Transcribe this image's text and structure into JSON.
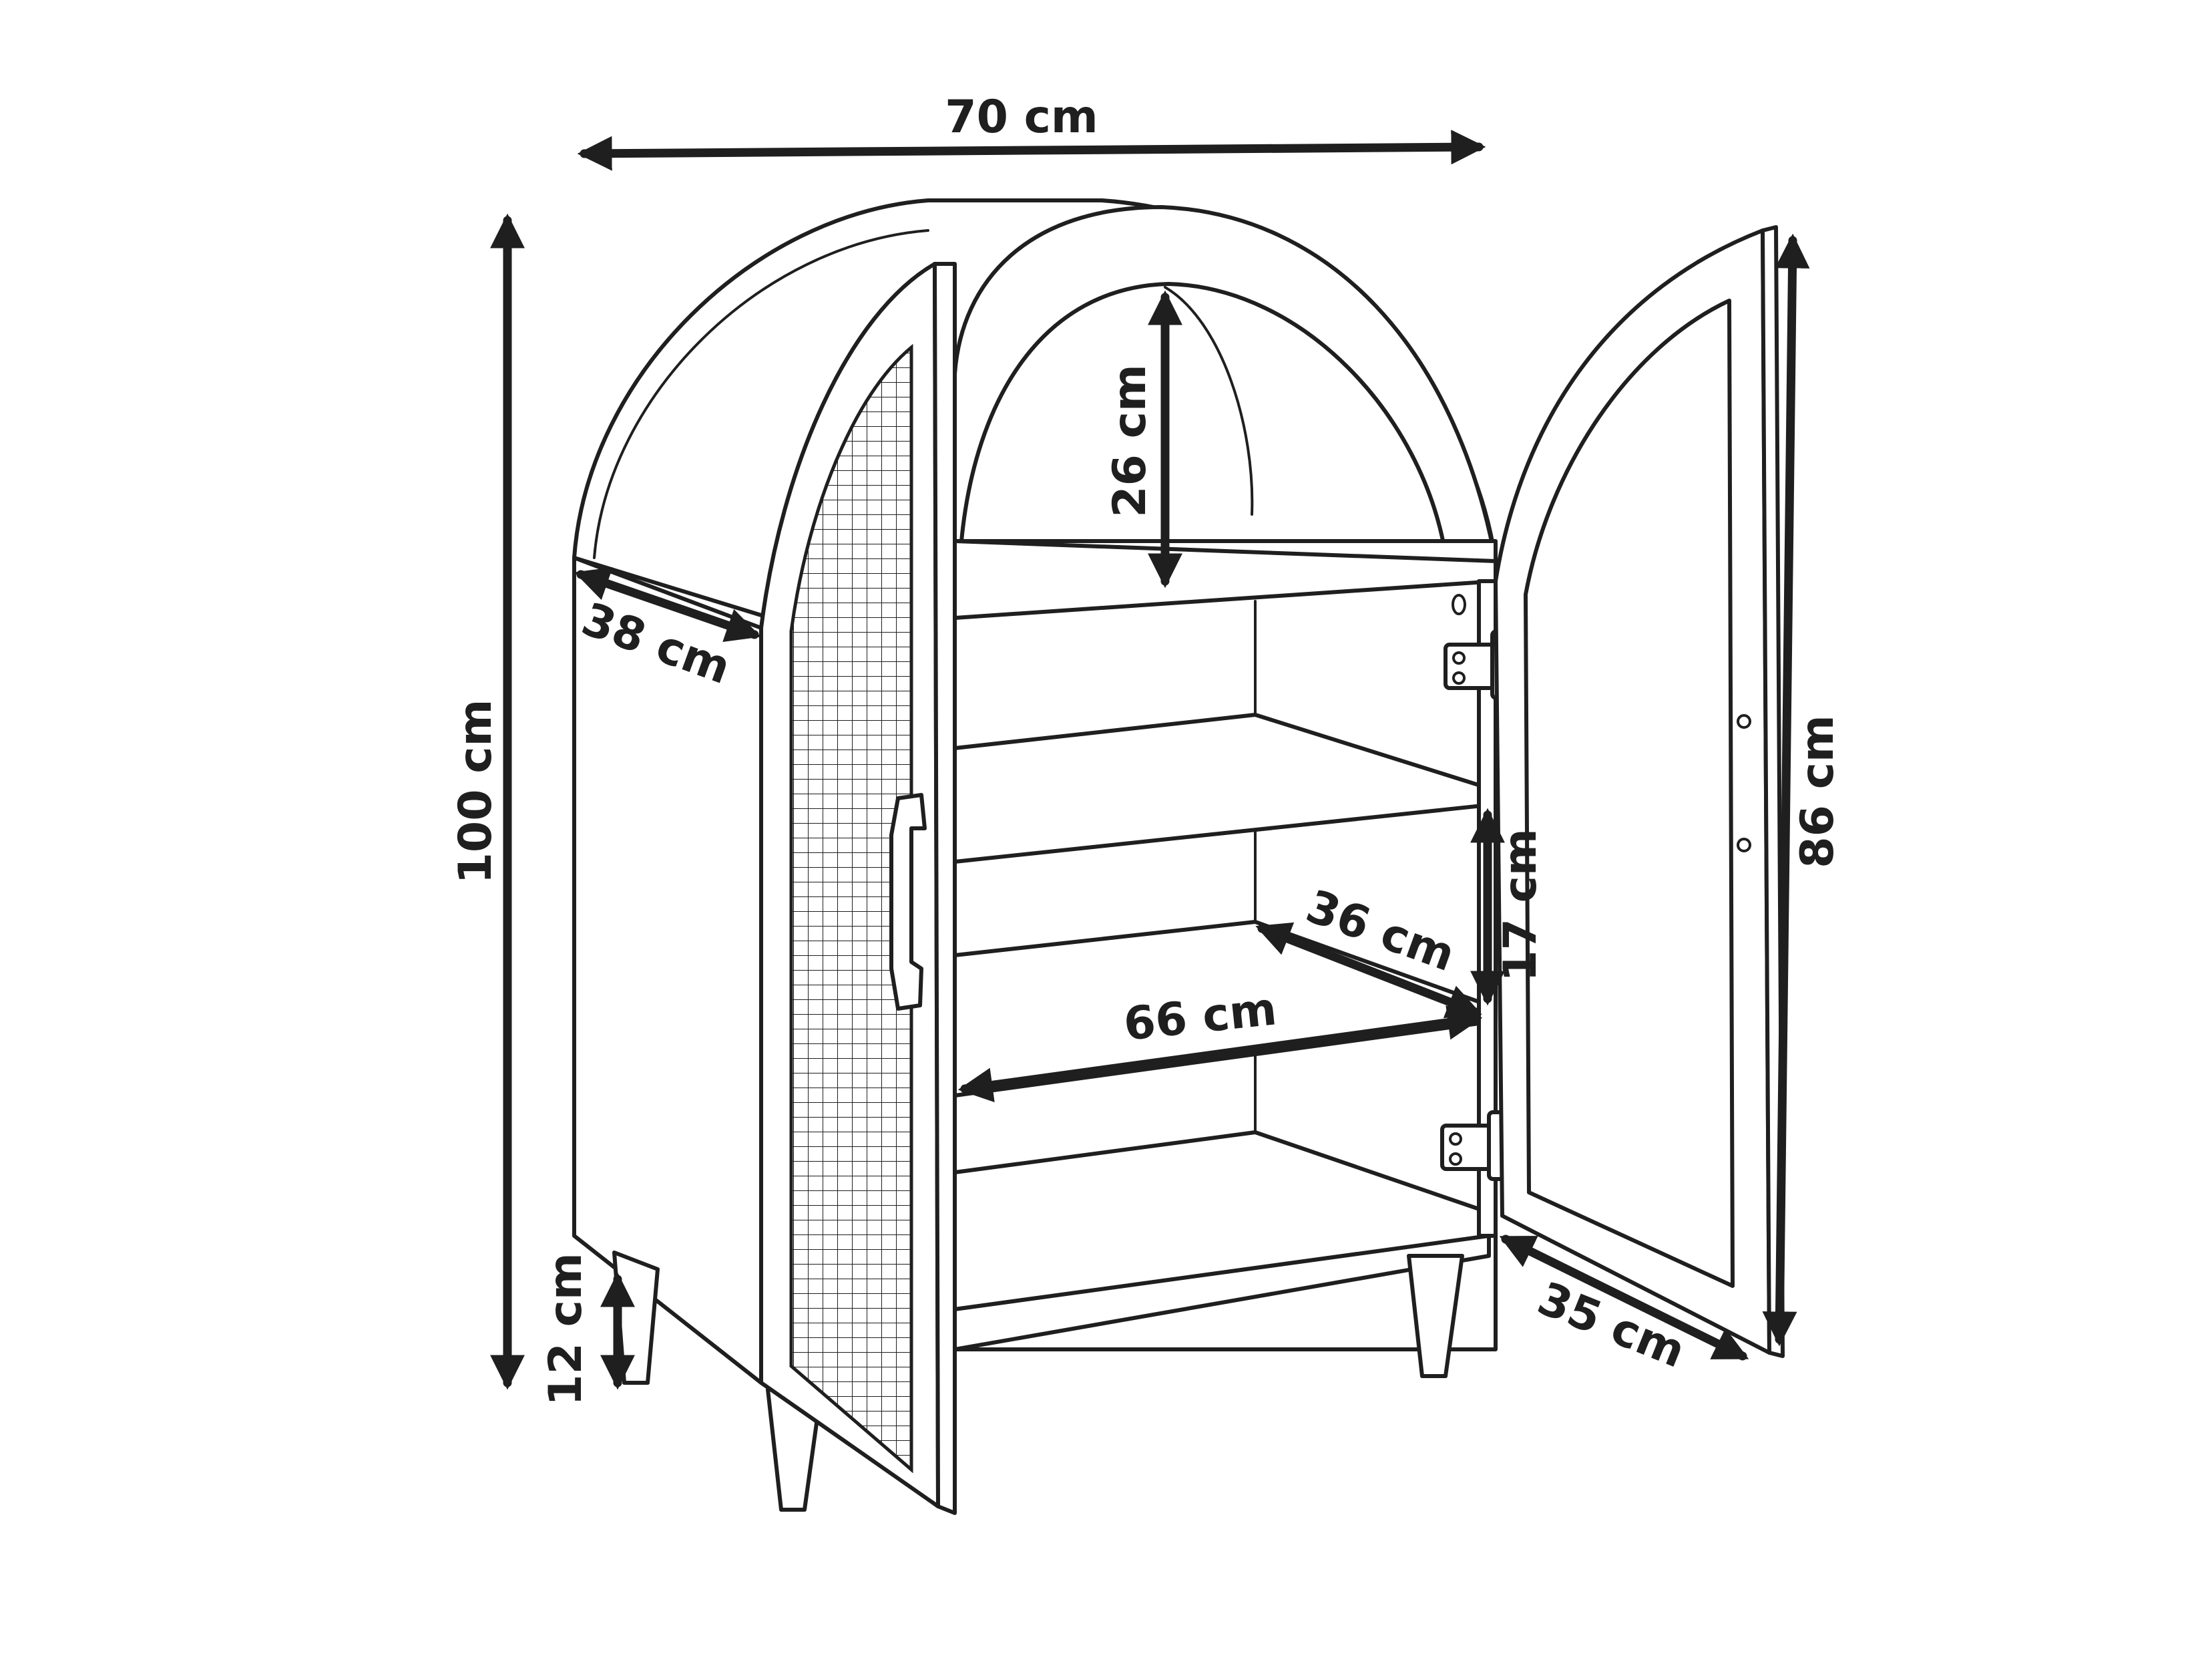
{
  "dimensions": {
    "width": "70 cm",
    "height": "100 cm",
    "side_depth": "38 cm",
    "top_arch_height": "26 cm",
    "door_height": "86 cm",
    "shelf_spacing": "17 cm",
    "shelf_depth": "36 cm",
    "shelf_width": "66 cm",
    "leg_height": "12 cm",
    "door_width": "35 cm"
  },
  "colors": {
    "line": "#1f1f1f",
    "background": "#ffffff"
  }
}
